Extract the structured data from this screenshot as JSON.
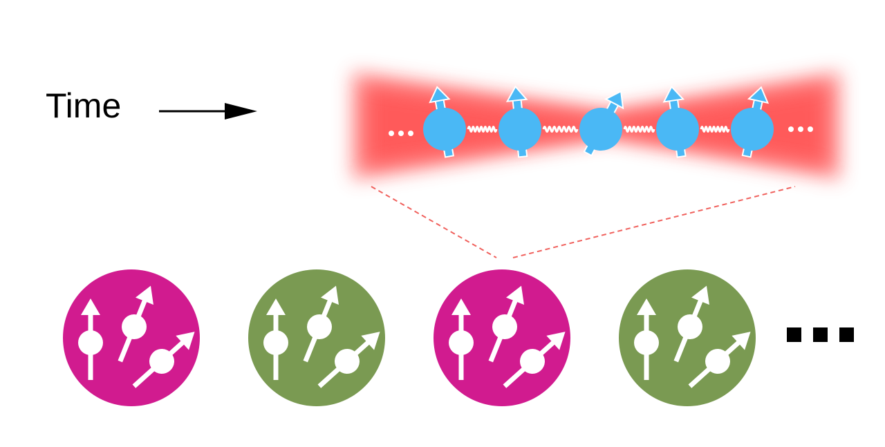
{
  "labels": {
    "time": "Time"
  },
  "colors": {
    "beam": "#ff5a5a",
    "beam_glow": "#ff8080",
    "ion": "#4ab8f5",
    "ion_stroke": "#ffffff",
    "magenta": "#d11b8f",
    "green": "#7a9a52",
    "dashed": "#f0605c",
    "text": "#000000"
  },
  "icons": {
    "time_arrow": "right-arrow-icon",
    "chain_ellipsis": "ellipsis-icon",
    "row_ellipsis": "ellipsis-icon"
  },
  "ion_chain": {
    "ion_count": 5,
    "coupling": "wavy-spring"
  },
  "snapshots": {
    "sequence": [
      "magenta",
      "green",
      "magenta",
      "green"
    ],
    "highlighted": 2,
    "continues": true
  }
}
